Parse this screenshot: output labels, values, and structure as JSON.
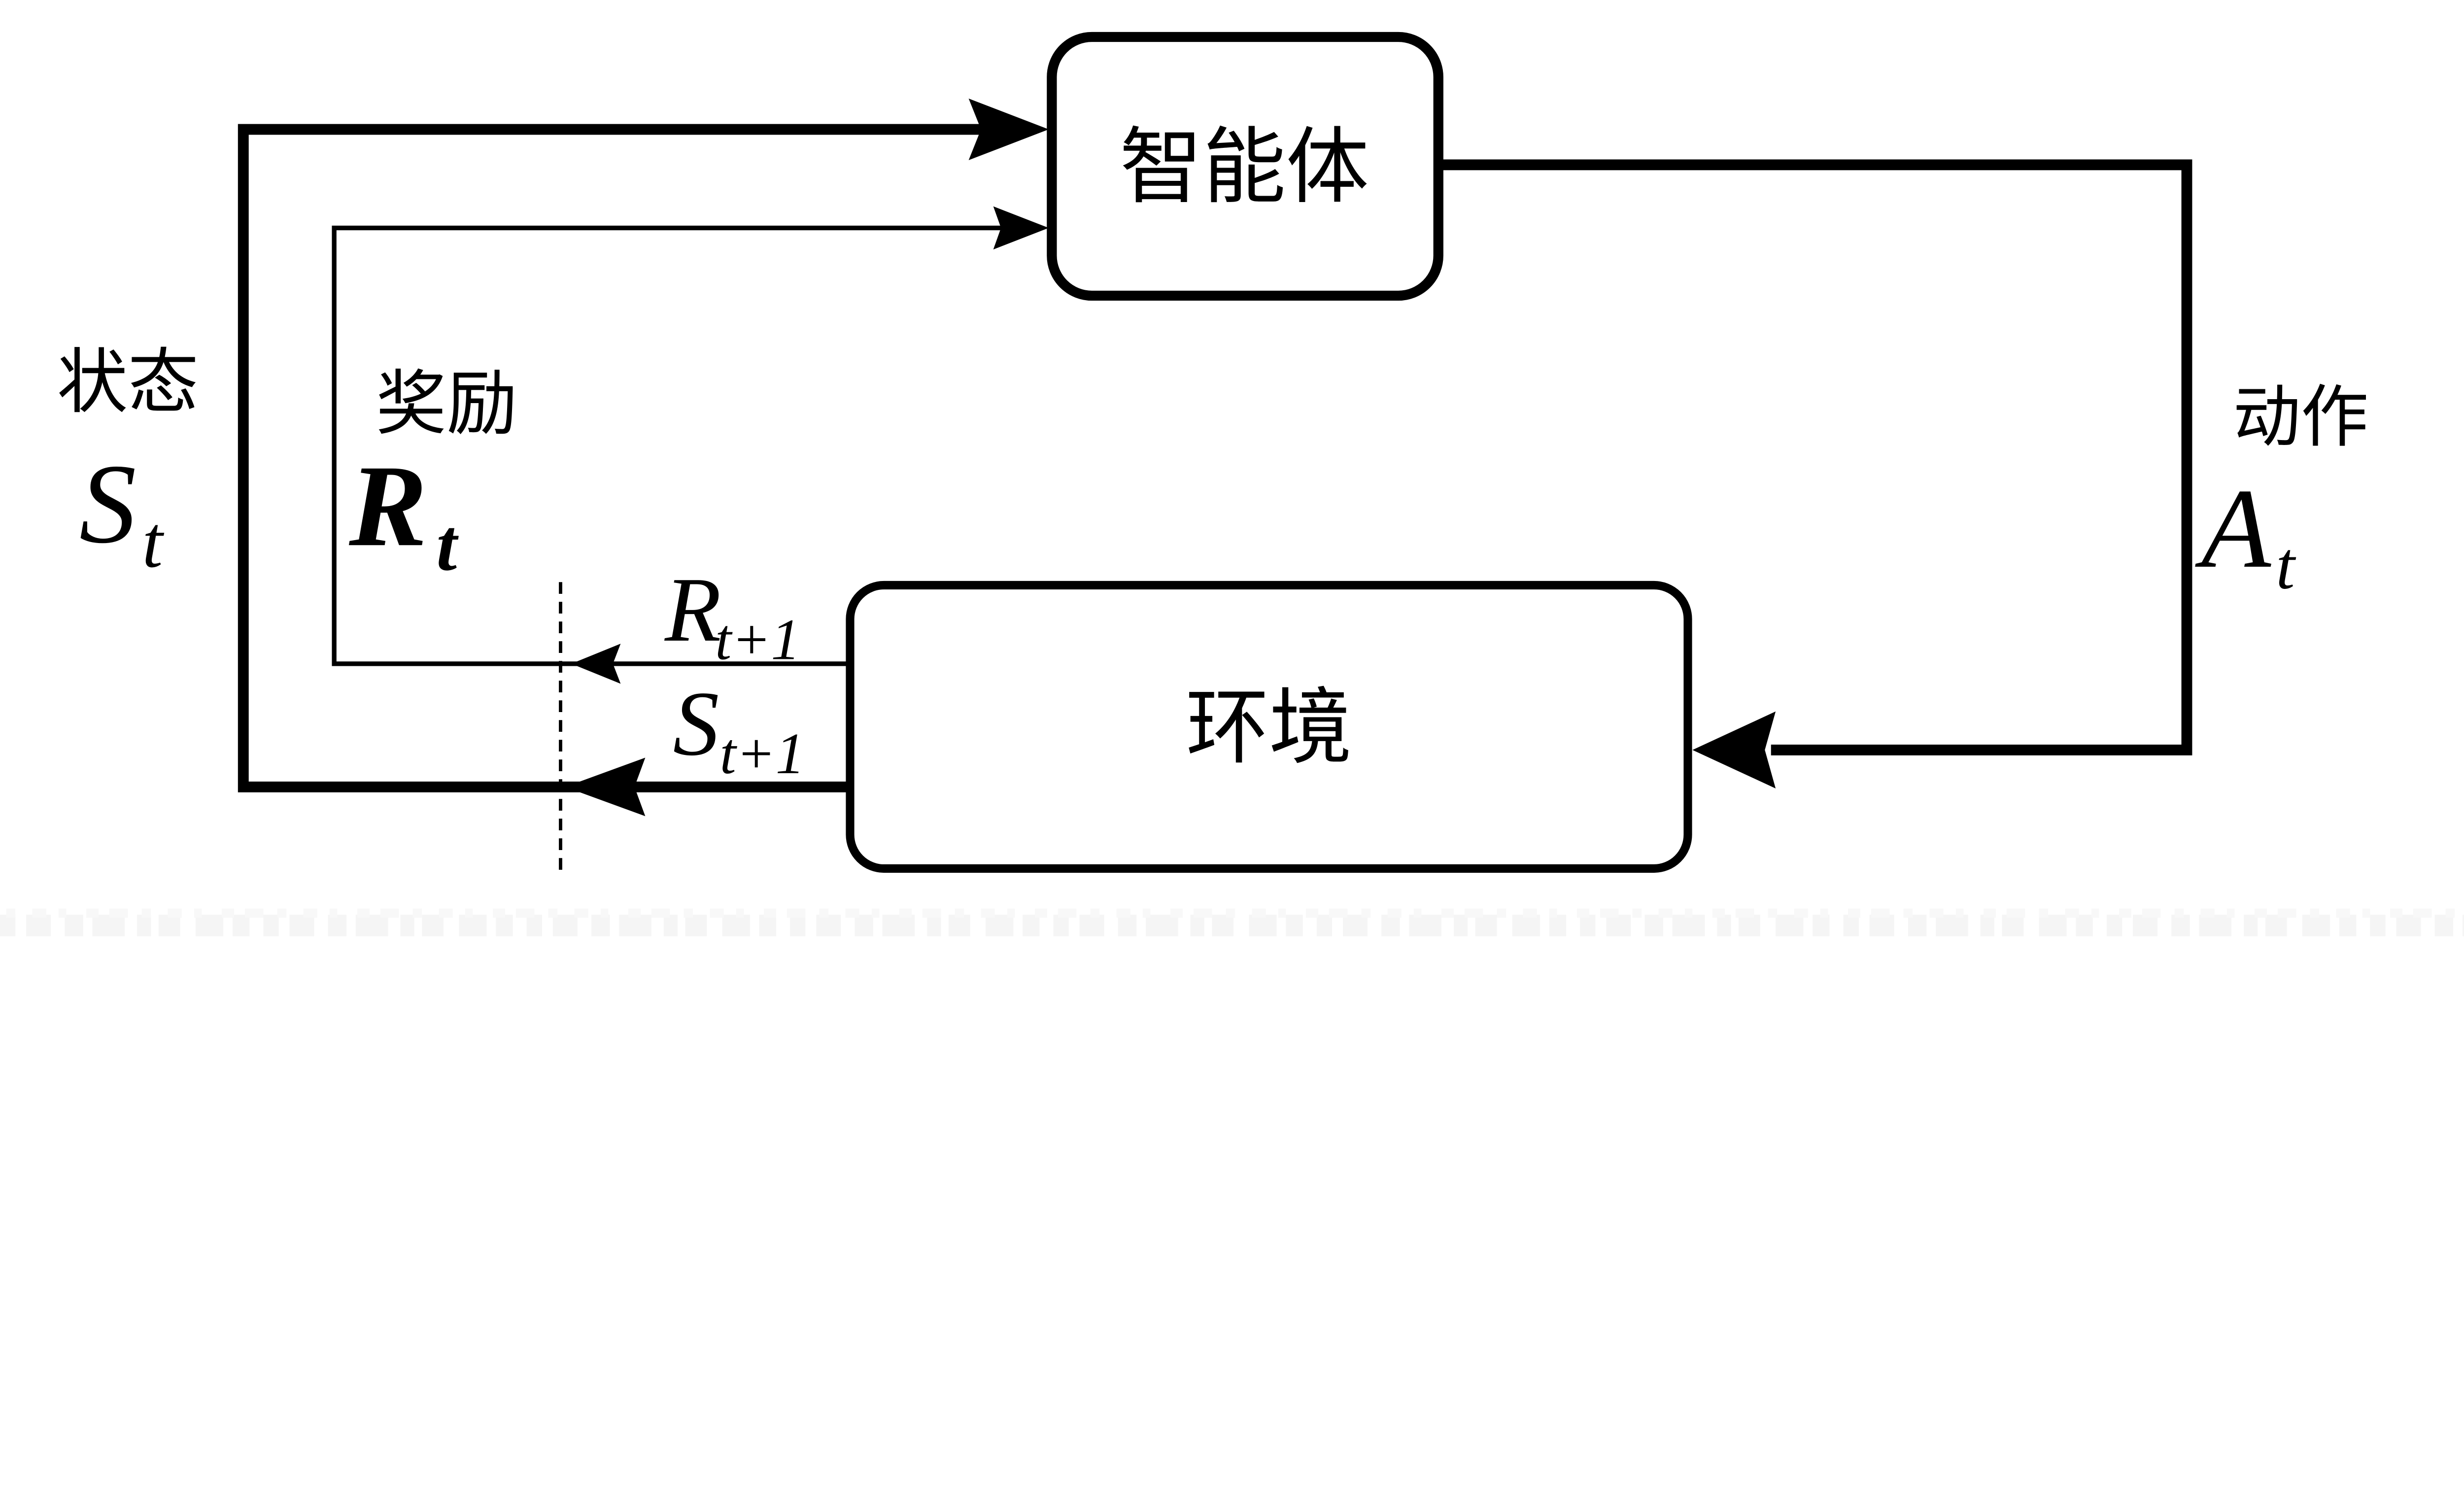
{
  "figure": {
    "background_color": "#ffffff",
    "line_color": "#000000",
    "agent_box": {
      "label": "智能体"
    },
    "environment_box": {
      "label": "环境"
    },
    "state_label": {
      "text": "状态",
      "symbol": "S",
      "subscript": "t"
    },
    "reward_label": {
      "text": "奖励",
      "symbol": "R",
      "subscript": "t"
    },
    "action_label": {
      "text": "动作",
      "symbol": "A",
      "subscript": "t"
    },
    "next_reward_label": {
      "symbol": "R",
      "subscript": "t+1"
    },
    "next_state_label": {
      "symbol": "S",
      "subscript": "t+1"
    }
  }
}
